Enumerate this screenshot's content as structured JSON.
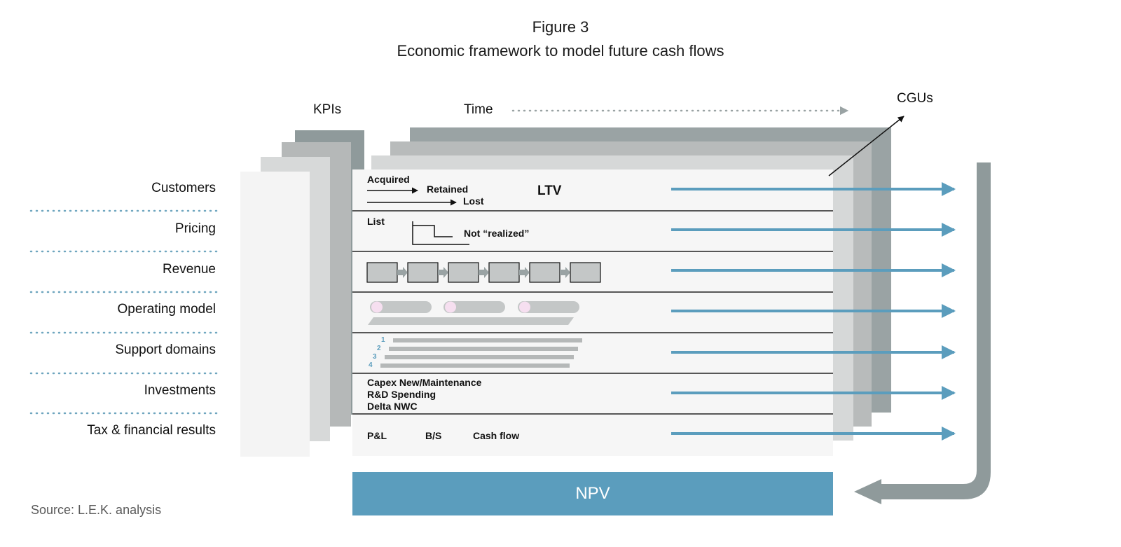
{
  "figure": {
    "number": "Figure 3",
    "title": "Economic framework to model future cash flows",
    "source": "Source: L.E.K. analysis"
  },
  "headers": {
    "kpis": "KPIs",
    "time": "Time",
    "cgus": "CGUs"
  },
  "rows": [
    {
      "label": "Customers"
    },
    {
      "label": "Pricing"
    },
    {
      "label": "Revenue"
    },
    {
      "label": "Operating model"
    },
    {
      "label": "Support domains"
    },
    {
      "label": "Investments"
    },
    {
      "label": "Tax & financial results"
    }
  ],
  "customers": {
    "acquired": "Acquired",
    "retained": "Retained",
    "lost": "Lost",
    "ltv": "LTV"
  },
  "pricing": {
    "list": "List",
    "not_realized": "Not “realized”"
  },
  "support_domains": {
    "numbers": [
      "1",
      "2",
      "3",
      "4"
    ]
  },
  "investments": {
    "lines": [
      "Capex New/Maintenance",
      "R&D Spending",
      "Delta NWC"
    ]
  },
  "tax": {
    "pl": "P&L",
    "bs": "B/S",
    "cash_flow": "Cash flow"
  },
  "npv": "NPV",
  "colors": {
    "blue": "#5b9dbd",
    "dark_gray": "#8f9a9b",
    "mid_gray": "#b5b8b8",
    "light_gray": "#d7d9d9",
    "panel": "#f6f6f6"
  }
}
